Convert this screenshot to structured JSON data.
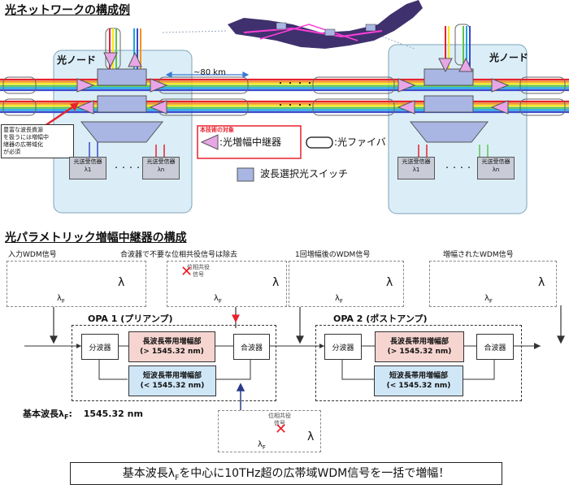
{
  "section1": {
    "title": "光ネットワークの構成例",
    "node_left": "光ノード",
    "node_right": "光ノード",
    "distance": "~80 km",
    "dots": "・・・・",
    "callout": [
      "豊富な波長資源",
      "を扱うには増幅中",
      "継器の広帯域化",
      "が必須"
    ],
    "tech_target": "本技術の対象",
    "amp_legend": ":光増幅中継器",
    "fiber_legend": ":光ファイバ",
    "switch_legend": "波長選択光スイッチ",
    "rx_label": "光送受信器",
    "rx_l1": "λ1",
    "rx_ln": "λn",
    "rx_dots": "・・・・"
  },
  "section2": {
    "title": "光パラメトリック増幅中継器の構成",
    "input_label": "入力WDM信号",
    "combiner_note": "合波器で不要な位相共役信号は除去",
    "after1_label": "1回増幅後のWDM信号",
    "amplified_label": "増幅されたWDM信号",
    "phase_conj": [
      "位相共役",
      "信号"
    ],
    "lambda": "λ",
    "lambda_f": "λ",
    "lambda_f_sub": "F",
    "opa1": "OPA 1 (プリアンプ)",
    "opa2": "OPA 2 (ポストアンプ)",
    "splitter": "分波器",
    "combiner": "合波器",
    "long_amp": "長波長帯用増幅部",
    "long_cond": "(> 1545.32 nm)",
    "short_amp": "短波長帯用増幅部",
    "short_cond": "(< 1545.32 nm)",
    "base_label": "基本波長λ",
    "base_sub": "F",
    "base_colon": ":",
    "base_value": "1545.32 nm"
  },
  "footer": "基本波長λFを中心に10THz超の広帯域WDM信号を一括で増幅！",
  "colors": {
    "amp_fill": "#e7a6e6",
    "node_bg": "#dbeef8",
    "switch_fill": "#a9b6e4",
    "long_bar": "#f3c9c2",
    "short_bar": "#b9dcf3",
    "rainbow": [
      "#e8212d",
      "#f3921e",
      "#f6e81a",
      "#5cc34c",
      "#18a6e6",
      "#3b48c9"
    ]
  }
}
